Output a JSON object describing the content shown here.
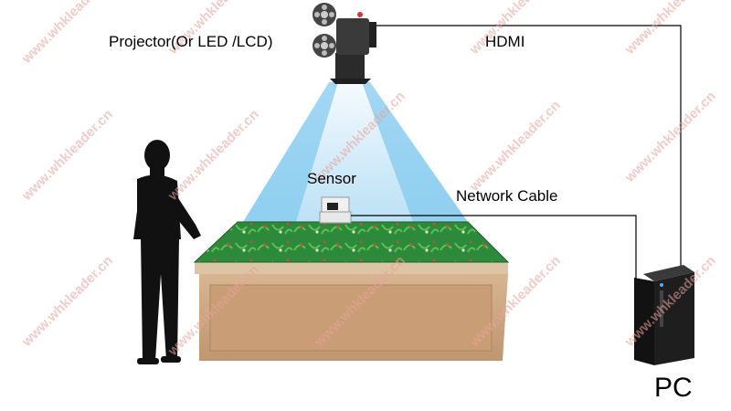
{
  "labels": {
    "projector": "Projector(Or LED /LCD)",
    "hdmi": "HDMI",
    "sensor": "Sensor",
    "network_cable": "Network Cable",
    "pc": "PC"
  },
  "watermark": "www.whkleader.cn",
  "colors": {
    "beam": "#8ccdf0",
    "table_top": "#2f8a3c",
    "table_base": "#c8a27d",
    "cable": "#000000",
    "watermark": "#e9a39a"
  }
}
